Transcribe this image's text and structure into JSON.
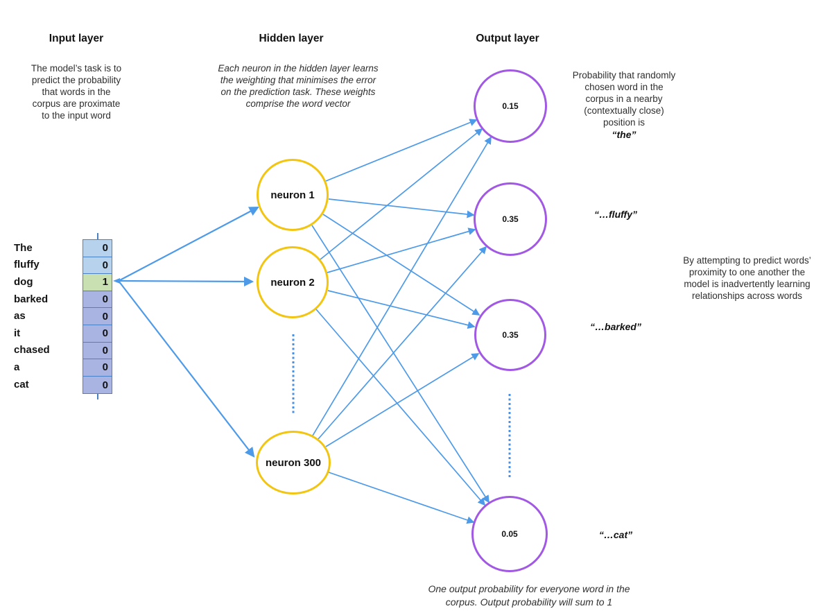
{
  "layers": {
    "input": {
      "title": "Input layer",
      "note": "The model’s task is to\npredict the probability\nthat words in the\ncorpus are proximate\nto the input word"
    },
    "hidden": {
      "title": "Hidden layer",
      "note": "Each neuron in the hidden layer learns\nthe weighting that minimises the error\non the prediction task. These weights\ncomprise the word vector"
    },
    "output": {
      "title": "Output layer"
    }
  },
  "input_vector": {
    "rows": [
      {
        "word": "The",
        "value": "0"
      },
      {
        "word": "fluffy",
        "value": "0"
      },
      {
        "word": "dog",
        "value": "1"
      },
      {
        "word": "barked",
        "value": "0"
      },
      {
        "word": "as",
        "value": "0"
      },
      {
        "word": "it",
        "value": "0"
      },
      {
        "word": "chased",
        "value": "0"
      },
      {
        "word": "a",
        "value": "0"
      },
      {
        "word": "cat",
        "value": "0"
      }
    ]
  },
  "hidden_neurons": [
    {
      "label": "neuron 1"
    },
    {
      "label": "neuron 2"
    },
    {
      "label": "neuron 300"
    }
  ],
  "output_neurons": [
    {
      "value": "0.15"
    },
    {
      "value": "0.35"
    },
    {
      "value": "0.35"
    },
    {
      "value": "0.05"
    }
  ],
  "annotations": {
    "output_probability_note": "Probability that randomly\nchosen word in the\ncorpus in a nearby\n(contextually close)\nposition is",
    "output_probability_word": "“the”",
    "output_word_fluffy": "“…fluffy”",
    "output_word_barked": "“…barked”",
    "output_word_cat": "“…cat”",
    "right_note": "By attempting to predict words’\nproximity to one another the\nmodel is inadvertently learning\nrelationships across words",
    "bottom_note": "One output probability for everyone word in the\ncorpus. Output probability will sum to 1"
  },
  "colors": {
    "connection_blue": "#4d9ae8",
    "dotted_blue": "#4a90e2",
    "neuron_yellow": "#f2c512",
    "output_purple": "#a159e3",
    "cell_border_blue": "#4a80c4",
    "cell_blue": "#b7d2ec",
    "cell_green": "#c9e0b3",
    "cell_lavender": "#a9b4e2"
  }
}
